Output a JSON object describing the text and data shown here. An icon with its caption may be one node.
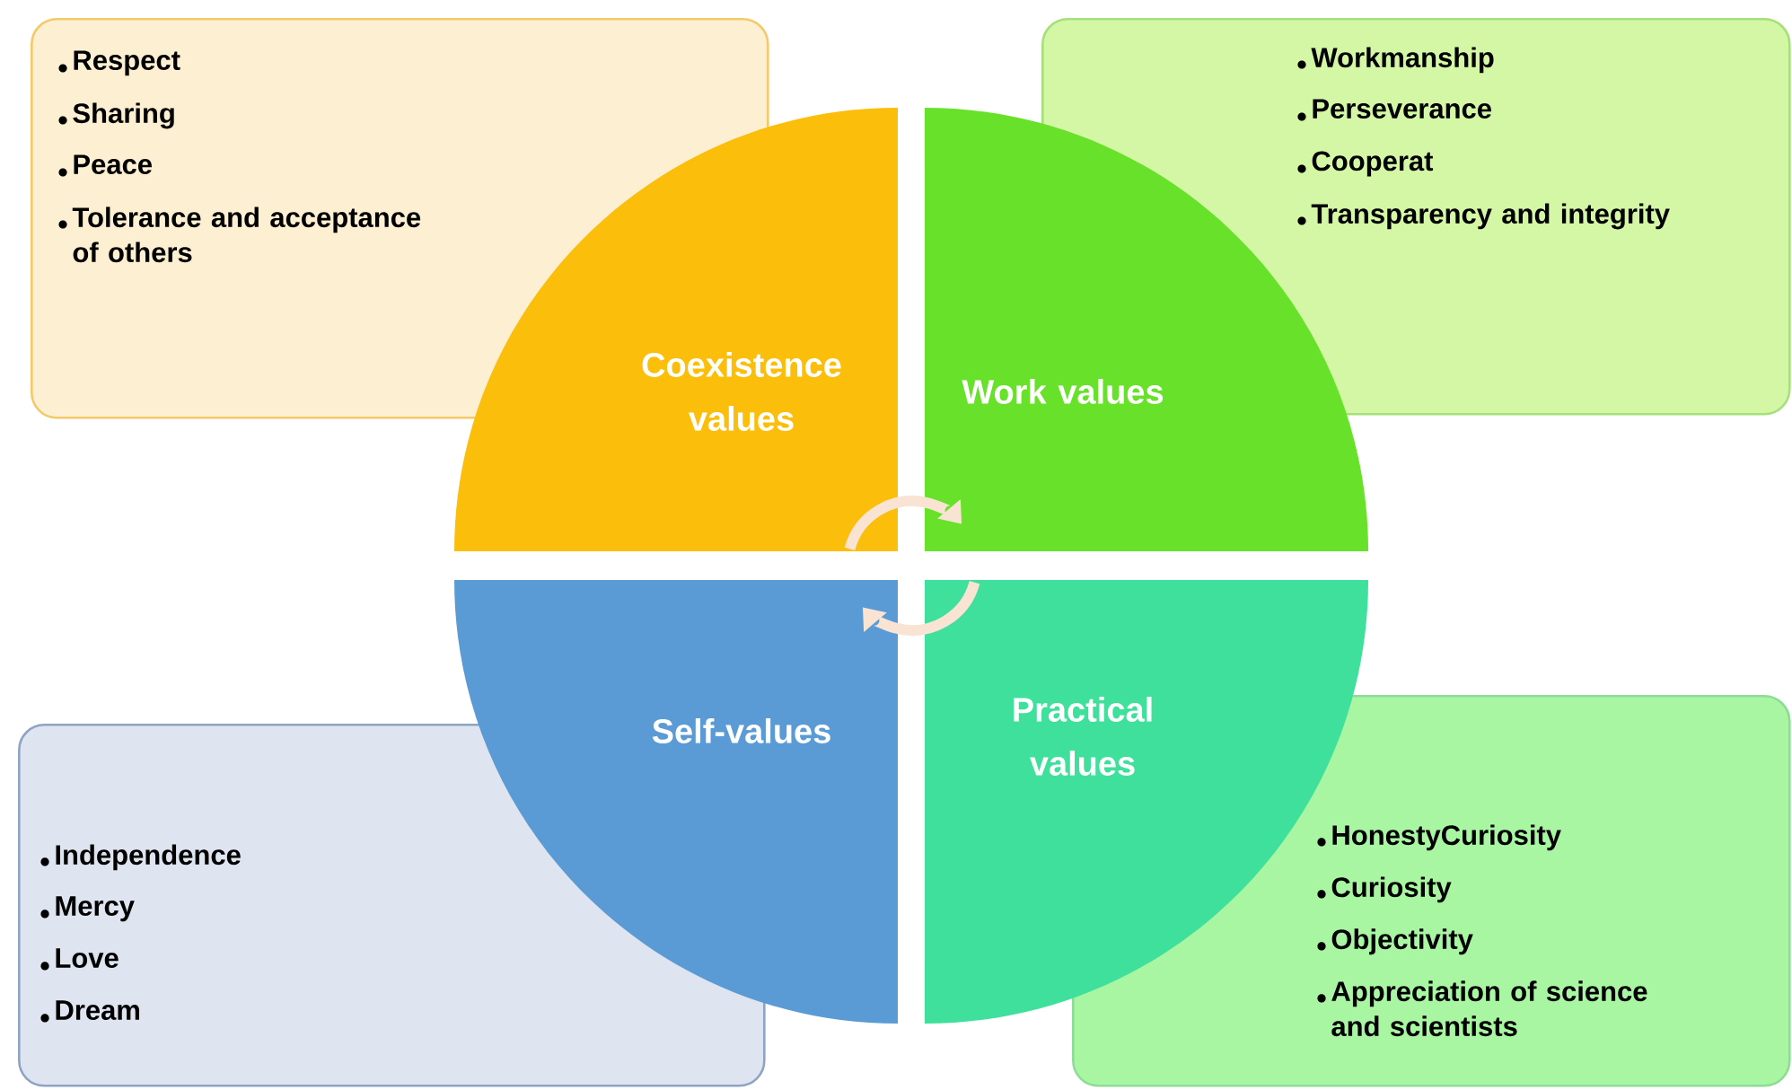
{
  "diagram": {
    "nodes": [
      {
        "text": [
          "Respect",
          "Sharing",
          "Peace",
          "Tolerance and acceptance of others"
        ]
      },
      {
        "text": [
          "Workmanship",
          "Perseverance",
          "Cooperat",
          "Transparency and integrity"
        ]
      },
      {
        "text": [
          "Coexistence values"
        ]
      },
      {
        "text": [
          "Work values"
        ]
      },
      {
        "text": [
          "Self-values"
        ]
      },
      {
        "text": [
          "Practical values"
        ]
      },
      {
        "text": [
          "Independence",
          "Mercy",
          "Love",
          "Dream"
        ]
      },
      {
        "text": [
          "HonestyCuriosity",
          "Curiosity",
          "Objectivity",
          "Appreciation of science and scientists"
        ]
      }
    ],
    "edges": [
      {
        "from": 2,
        "to": 3,
        "arrow": "to"
      },
      {
        "from": 5,
        "to": 4,
        "arrow": "to"
      }
    ]
  }
}
